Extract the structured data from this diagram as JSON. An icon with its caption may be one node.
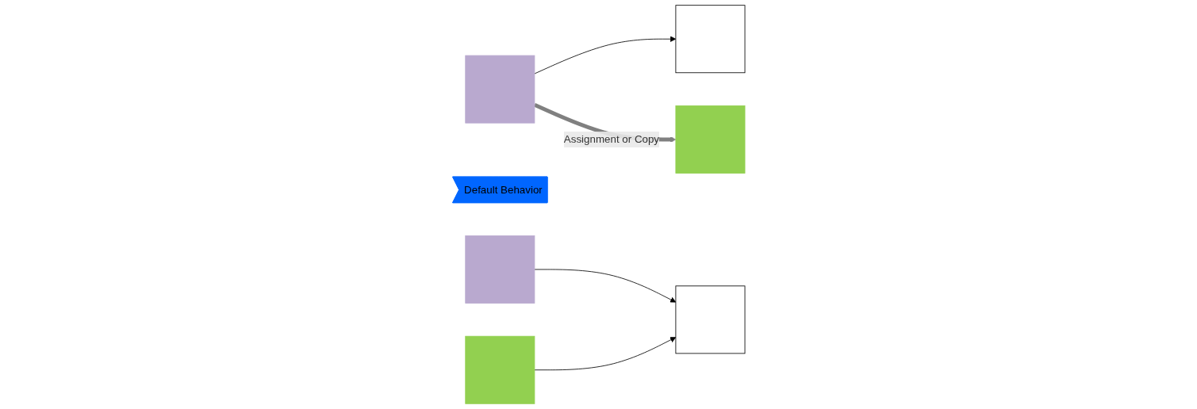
{
  "diagram": {
    "nodes": [
      {
        "text": [],
        "shape": "box"
      },
      {
        "text": [],
        "shape": "box"
      },
      {
        "text": [],
        "shape": "box"
      },
      {
        "text": [
          "Default Behavior"
        ]
      },
      {
        "text": [],
        "shape": "box"
      },
      {
        "text": [],
        "shape": "box"
      },
      {
        "text": [],
        "shape": "box"
      }
    ],
    "edges": [
      {
        "from": 0,
        "to": 1,
        "arrow": "to"
      },
      {
        "from": 0,
        "to": 2,
        "arrow": "to",
        "label": "Assignment or Copy",
        "style": "thick",
        "color": "#808080"
      },
      {
        "from": 4,
        "to": 5,
        "arrow": "to"
      },
      {
        "from": 6,
        "to": 5,
        "arrow": "to"
      }
    ]
  }
}
